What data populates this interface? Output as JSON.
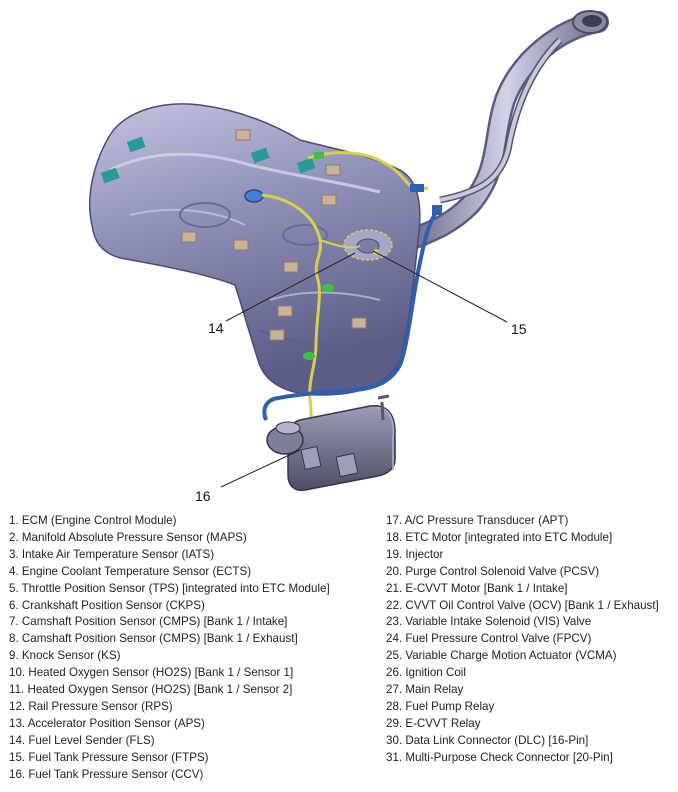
{
  "callouts": {
    "c14": "14",
    "c15": "15",
    "c16": "16"
  },
  "legend": {
    "left": [
      "1. ECM (Engine Control Module)",
      "2. Manifold Absolute Pressure Sensor (MAPS)",
      "3. Intake Air Temperature Sensor (IATS)",
      "4. Engine Coolant Temperature Sensor (ECTS)",
      "5. Throttle Position Sensor (TPS) [integrated into ETC Module]",
      "6. Crankshaft Position Sensor (CKPS)",
      "7. Camshaft Position Sensor (CMPS) [Bank 1 / Intake]",
      "8. Camshaft Position Sensor (CMPS) [Bank 1 / Exhaust]",
      "9. Knock Sensor (KS)",
      "10. Heated Oxygen Sensor (HO2S) [Bank 1 / Sensor 1]",
      "11. Heated Oxygen Sensor (HO2S) [Bank 1 / Sensor 2]",
      "12. Rail Pressure Sensor (RPS)",
      "13. Accelerator Position Sensor (APS)",
      "14. Fuel Level Sender (FLS)",
      "15. Fuel Tank Pressure Sensor (FTPS)",
      "16. Fuel Tank Pressure Sensor (CCV)"
    ],
    "right": [
      "17. A/C Pressure Transducer (APT)",
      "18. ETC Motor [integrated into ETC Module]",
      "19. Injector",
      "20. Purge Control Solenoid Valve (PCSV)",
      "21. E-CVVT Motor [Bank 1 / Intake]",
      "22. CVVT Oil Control Valve (OCV) [Bank 1 / Exhaust]",
      "23. Variable Intake Solenoid (VIS) Valve",
      "24. Fuel Pressure Control Valve (FPCV)",
      "25. Variable Charge Motion Actuator (VCMA)",
      "26. Ignition Coil",
      "27. Main Relay",
      "28. Fuel Pump Relay",
      "29. E-CVVT Relay",
      "30. Data Link Connector (DLC) [16-Pin]",
      "31. Multi-Purpose Check Connector [20-Pin]"
    ]
  },
  "colors": {
    "tank": "#8f90b8",
    "tank_shadow": "#5c5d86",
    "tank_highlight": "#d4d5ea",
    "clip_teal": "#2a9a94",
    "pad_tan": "#c9b39a",
    "wire_yellow": "#d8cf4a",
    "hose_blue": "#2f5fb0",
    "marker_green": "#3cc04a"
  }
}
